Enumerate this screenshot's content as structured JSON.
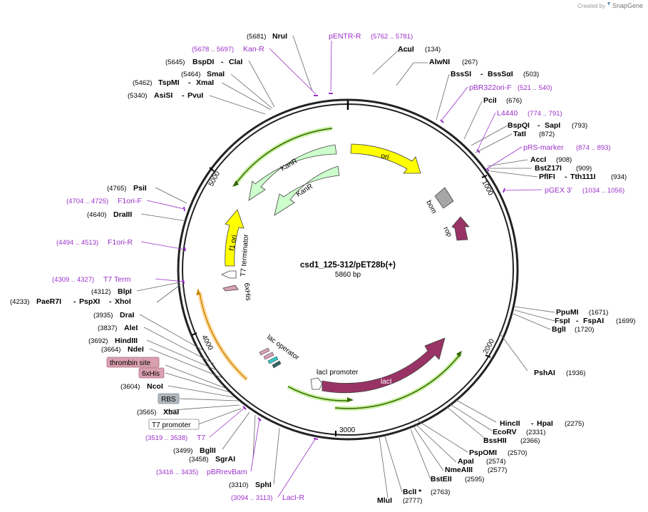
{
  "header": {
    "created_by": "Created by",
    "brand": "SnapGene"
  },
  "plasmid": {
    "name": "csd1_125-312/pET28b(+)",
    "length": "5860 bp"
  },
  "colors": {
    "primer": "#9b30c8",
    "feature_ori": "#ffff00",
    "feature_kanr": "#ccffcc",
    "feature_laci": "#993366",
    "feature_rop": "#993366",
    "feature_bom": "#a6a6a6",
    "orf_green": "#336600",
    "orf_orange": "#cc8800"
  },
  "ticks": [
    "1000",
    "2000",
    "3000",
    "4000",
    "5000"
  ],
  "enzymes": {
    "nrui": {
      "name": "NruI",
      "pos": "(5681)"
    },
    "acui": {
      "name": "AcuI",
      "pos": "(134)"
    },
    "alwni": {
      "name": "AlwNI",
      "pos": "(267)"
    },
    "bspdi": {
      "name": "BspDI",
      "sep": "-",
      "name2": "ClaI",
      "pos": "(5645)"
    },
    "smai": {
      "name": "SmaI",
      "pos": "(5464)"
    },
    "tspmi": {
      "name": "TspMI",
      "sep": "-",
      "name2": "XmaI",
      "pos": "(5462)"
    },
    "asisi": {
      "name": "AsiSI",
      "sep": "-",
      "name2": "PvuI",
      "pos": "(5340)"
    },
    "bsssi": {
      "name": "BssSI",
      "sep": "-",
      "name2": "BssSαI",
      "pos": "(503)"
    },
    "pcii": {
      "name": "PciI",
      "pos": "(676)"
    },
    "bspqi": {
      "name": "BspQI",
      "sep": "-",
      "name2": "SapI",
      "pos": "(793)"
    },
    "tati": {
      "name": "TatI",
      "pos": "(872)"
    },
    "acci": {
      "name": "AccI",
      "pos": "(908)"
    },
    "bstz17i": {
      "name": "BstZ17I",
      "pos": "(909)"
    },
    "pflfi": {
      "name": "PflFI",
      "sep": "-",
      "name2": "Tth111I",
      "pos": "(934)"
    },
    "psii": {
      "name": "PsiI",
      "pos": "(4765)"
    },
    "draiii": {
      "name": "DraIII",
      "pos": "(4640)"
    },
    "blpi": {
      "name": "BlpI",
      "pos": "(4312)"
    },
    "paer7i": {
      "name": "PaeR7I",
      "sep": "-",
      "name2": "PspXI",
      "sep2": "-",
      "name3": "XhoI",
      "pos": "(4233)"
    },
    "drai": {
      "name": "DraI",
      "pos": "(3935)"
    },
    "alei": {
      "name": "AleI",
      "pos": "(3837)"
    },
    "hindiii": {
      "name": "HindIII",
      "pos": "(3692)"
    },
    "ndei": {
      "name": "NdeI",
      "pos": "(3664)"
    },
    "ncoi": {
      "name": "NcoI",
      "pos": "(3604)"
    },
    "xbai": {
      "name": "XbaI",
      "pos": "(3565)"
    },
    "bglii": {
      "name": "BglII",
      "pos": "(3499)"
    },
    "sgrai": {
      "name": "SgrAI",
      "pos": "(3458)"
    },
    "sphi": {
      "name": "SphI",
      "pos": "(3310)"
    },
    "ppumi": {
      "name": "PpuMI",
      "pos": "(1671)"
    },
    "fspi": {
      "name": "FspI",
      "sep": "-",
      "name2": "FspAI",
      "pos": "(1699)"
    },
    "bgli": {
      "name": "BglI",
      "pos": "(1720)"
    },
    "pshai": {
      "name": "PshAI",
      "pos": "(1936)"
    },
    "hincii": {
      "name": "HincII",
      "sep": "-",
      "name2": "HpaI",
      "pos": "(2275)"
    },
    "ecorv": {
      "name": "EcoRV",
      "pos": "(2331)"
    },
    "bsshii": {
      "name": "BssHII",
      "pos": "(2366)"
    },
    "psppomi": {
      "name": "PspOMI",
      "pos": "(2570)"
    },
    "apai": {
      "name": "ApaI",
      "pos": "(2574)"
    },
    "nmeaiii": {
      "name": "NmeAIII",
      "pos": "(2577)"
    },
    "bsteii": {
      "name": "BstEII",
      "pos": "(2595)"
    },
    "bcli": {
      "name": "BclI *",
      "pos": "(2763)"
    },
    "mlui": {
      "name": "MluI",
      "pos": "(2777)"
    }
  },
  "primers": {
    "pentr_r": {
      "name": "pENTR-R",
      "pos": "(5762 .. 5781)"
    },
    "kan_r": {
      "name": "Kan-R",
      "pos": "(5678 .. 5697)"
    },
    "pbr322ori_f": {
      "name": "pBR322ori-F",
      "pos": "(521 .. 540)"
    },
    "l4440": {
      "name": "L4440",
      "pos": "(774 .. 791)"
    },
    "prs_marker": {
      "name": "pRS-marker",
      "pos": "(874 .. 893)"
    },
    "pgex3": {
      "name": "pGEX 3'",
      "pos": "(1034 .. 1056)"
    },
    "f1ori_f": {
      "name": "F1ori-F",
      "pos": "(4704 .. 4725)"
    },
    "f1ori_r": {
      "name": "F1ori-R",
      "pos": "(4494 .. 4513)"
    },
    "t7term": {
      "name": "T7 Term",
      "pos": "(4309 .. 4327)"
    },
    "t7": {
      "name": "T7",
      "pos": "(3519 .. 3538)"
    },
    "pbrrevbam": {
      "name": "pBRrevBam",
      "pos": "(3416 .. 3435)"
    },
    "laci_r": {
      "name": "LacI-R",
      "pos": "(3094 .. 3113)"
    }
  },
  "boxed_features": {
    "thrombin": "thrombin site",
    "sixhis_box": "6xHis",
    "rbs": "RBS",
    "t7_promoter": "T7 promoter"
  },
  "features": {
    "ori": "ori",
    "kanr_outer": "KanR",
    "kanr_inner": "KanR",
    "bom": "bom",
    "rop": "rop",
    "f1ori": "f1 ori",
    "t7_terminator": "T7 terminator",
    "sixhis_inner": "6xHis",
    "lac_operator": "lac operator",
    "laci_promoter": "lacI promoter",
    "laci": "lacI"
  }
}
